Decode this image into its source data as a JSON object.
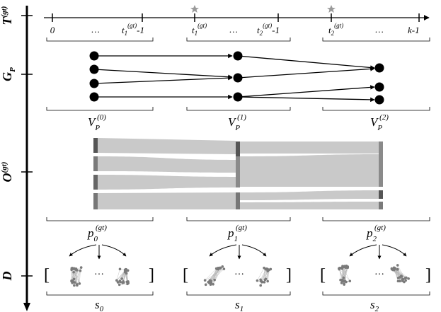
{
  "row_labels": {
    "timeline": {
      "base": "T",
      "sup": "(gt)"
    },
    "graph": {
      "base": "G",
      "sub": "P"
    },
    "flow": {
      "base": "O",
      "sup": "(gt)"
    },
    "data": {
      "base": "D"
    }
  },
  "timeline": {
    "ticks": [
      {
        "base": "0"
      },
      {
        "base": "…"
      },
      {
        "base": "t",
        "sub": "1",
        "sup": "(gt)",
        "suffix": "-1"
      },
      {
        "base": "t",
        "sub": "1",
        "sup": "(gt)"
      },
      {
        "base": "…"
      },
      {
        "base": "t",
        "sub": "2",
        "sup": "(gt)",
        "suffix": "-1"
      },
      {
        "base": "t",
        "sub": "2",
        "sup": "(gt)"
      },
      {
        "base": "…"
      },
      {
        "base": "k-1"
      }
    ],
    "change_points": [
      "t1",
      "t2"
    ]
  },
  "graph": {
    "vertex_sets": [
      {
        "base": "V",
        "sub": "P",
        "sup": "(0)"
      },
      {
        "base": "V",
        "sub": "P",
        "sup": "(1)"
      },
      {
        "base": "V",
        "sub": "P",
        "sup": "(2)"
      }
    ]
  },
  "flow": {
    "probabilities": [
      {
        "base": "p",
        "sub": "0",
        "sup": "(gt)"
      },
      {
        "base": "p",
        "sub": "1",
        "sup": "(gt)"
      },
      {
        "base": "p",
        "sub": "2",
        "sup": "(gt)"
      }
    ]
  },
  "data": {
    "segments": [
      {
        "base": "s",
        "sub": "0"
      },
      {
        "base": "s",
        "sub": "1"
      },
      {
        "base": "s",
        "sub": "2"
      }
    ],
    "ellipsis": "…",
    "bracket_left": "[",
    "bracket_right": "]"
  },
  "colors": {
    "ink": "#000000",
    "flow_band": "#c9c9c9",
    "node_dark": "#555555",
    "node_light": "#8a8a8a",
    "star": "#9a9a9a",
    "cluster": "#7a7a7a"
  }
}
